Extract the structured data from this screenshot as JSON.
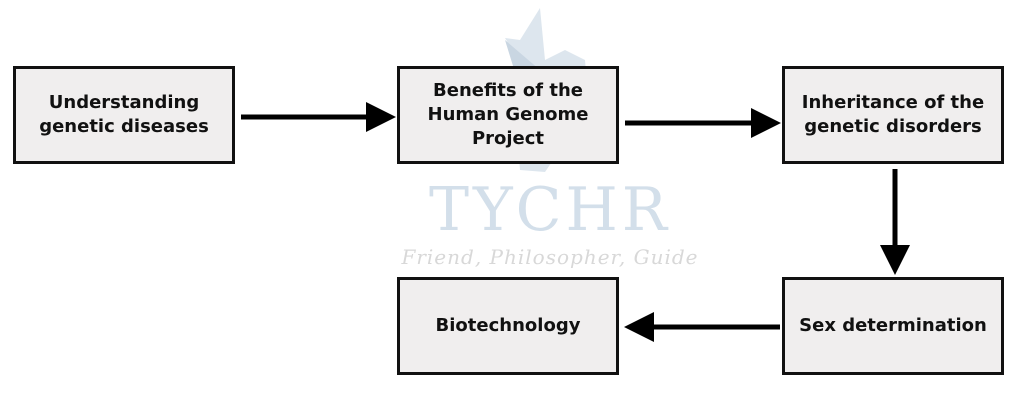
{
  "watermark": {
    "title": "TYCHR",
    "subtitle": "Friend, Philosopher, Guide"
  },
  "nodes": [
    {
      "id": "understanding",
      "label": "Understanding genetic diseases"
    },
    {
      "id": "benefits",
      "label": "Benefits of the Human Genome Project"
    },
    {
      "id": "inheritance",
      "label": "Inheritance of the genetic disorders"
    },
    {
      "id": "sex",
      "label": "Sex determination"
    },
    {
      "id": "biotech",
      "label": "Biotechnology"
    }
  ],
  "edges": [
    {
      "from": "understanding",
      "to": "benefits"
    },
    {
      "from": "benefits",
      "to": "inheritance"
    },
    {
      "from": "inheritance",
      "to": "sex"
    },
    {
      "from": "sex",
      "to": "biotech"
    }
  ]
}
